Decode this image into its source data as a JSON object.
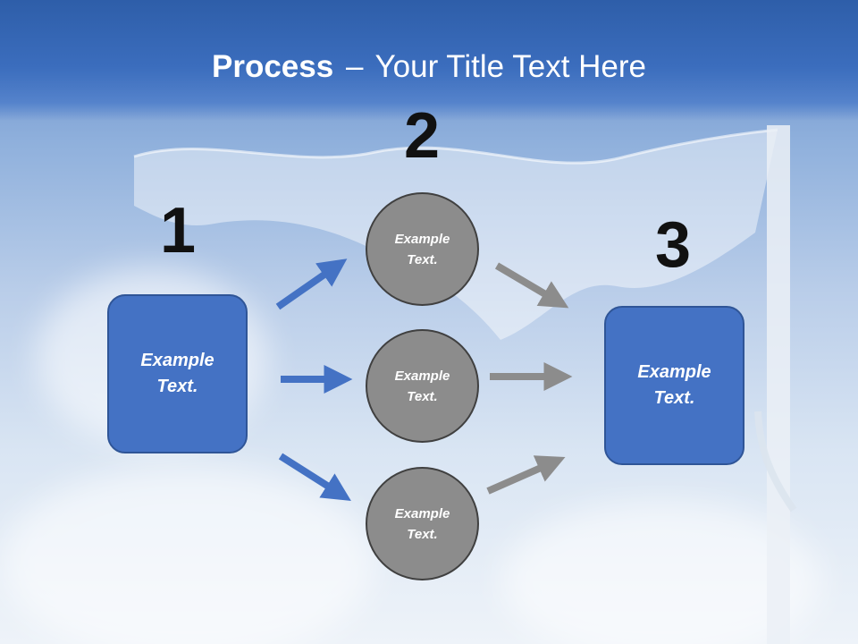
{
  "title": {
    "bold": "Process",
    "separator": "–",
    "rest": "Your Title Text Here"
  },
  "steps": {
    "one": "1",
    "two": "2",
    "three": "3"
  },
  "left_box": {
    "line1": "Example",
    "line2": "Text."
  },
  "circles": [
    {
      "line1": "Example",
      "line2": "Text."
    },
    {
      "line1": "Example",
      "line2": "Text."
    },
    {
      "line1": "Example",
      "line2": "Text."
    }
  ],
  "right_box": {
    "line1": "Example",
    "line2": "Text."
  },
  "colors": {
    "blue_arrow": "#4472c4",
    "gray_arrow": "#8c8c8c",
    "box_fill": "#4472c4",
    "circle_fill": "#8c8c8c"
  }
}
